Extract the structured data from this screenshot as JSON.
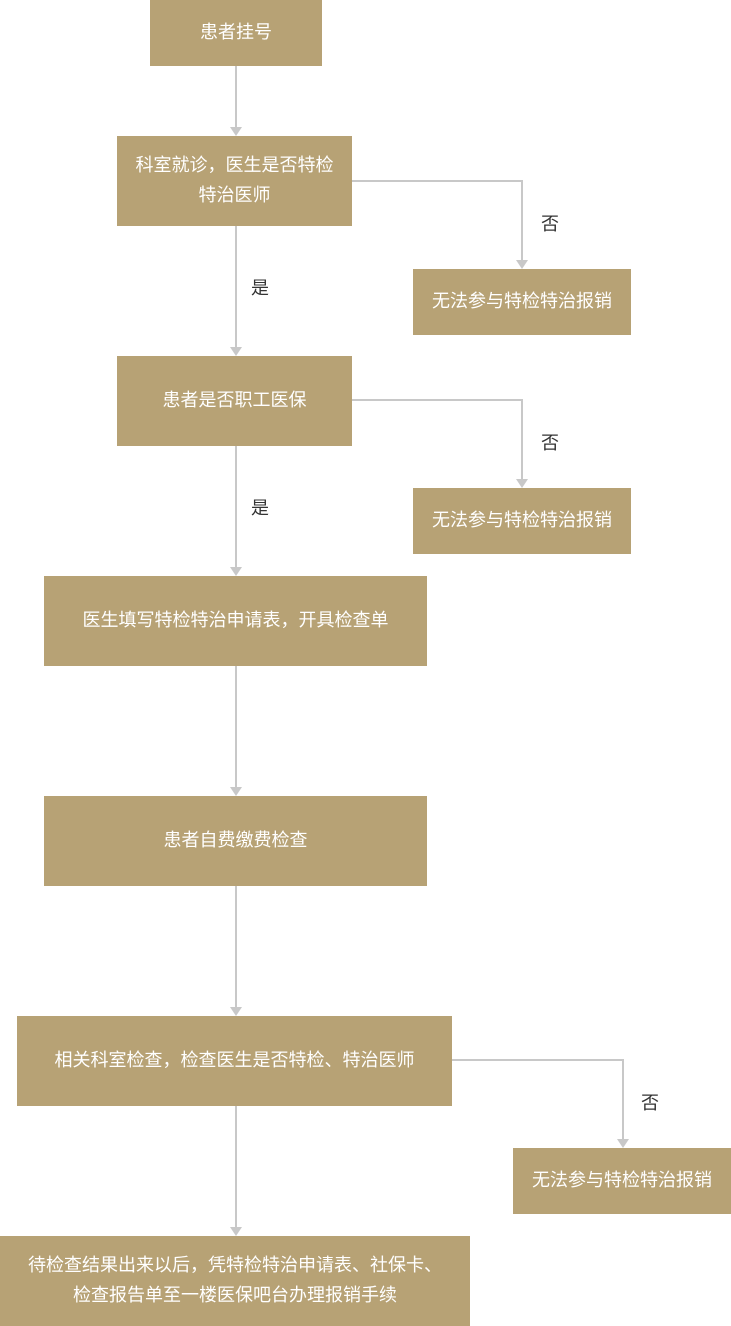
{
  "flow": {
    "step1": "患者挂号",
    "step2_line1": "科室就诊，医生是否特检",
    "step2_line2": "特治医师",
    "step3": "患者是否职工医保",
    "step4": "医生填写特检特治申请表，开具检查单",
    "step5": "患者自费缴费检查",
    "step6": "相关科室检查，检查医生是否特检、特治医师",
    "step7_line1": "待检查结果出来以后，凭特检特治申请表、社保卡、",
    "step7_line2": "检查报告单至一楼医保吧台办理报销手续",
    "reject1": "无法参与特检特治报销",
    "reject2": "无法参与特检特治报销",
    "reject3": "无法参与特检特治报销",
    "yes1": "是",
    "yes2": "是",
    "no1": "否",
    "no2": "否",
    "no3": "否"
  },
  "colors": {
    "node_fill": "#b7a275",
    "node_text": "#ffffff",
    "connector": "#c8c8c8",
    "label_text": "#333333"
  }
}
